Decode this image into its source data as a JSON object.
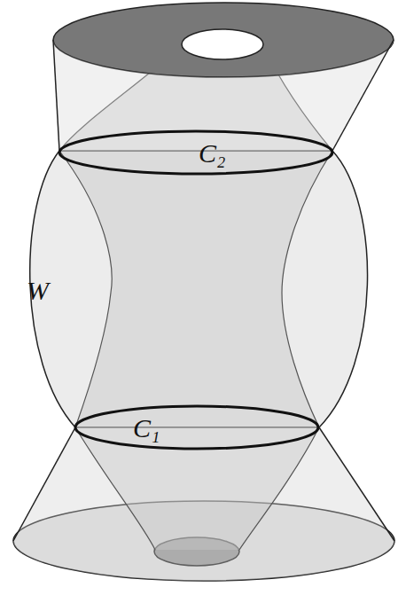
{
  "diagram": {
    "labels": [
      "W",
      "C₂",
      "C₁"
    ]
  }
}
